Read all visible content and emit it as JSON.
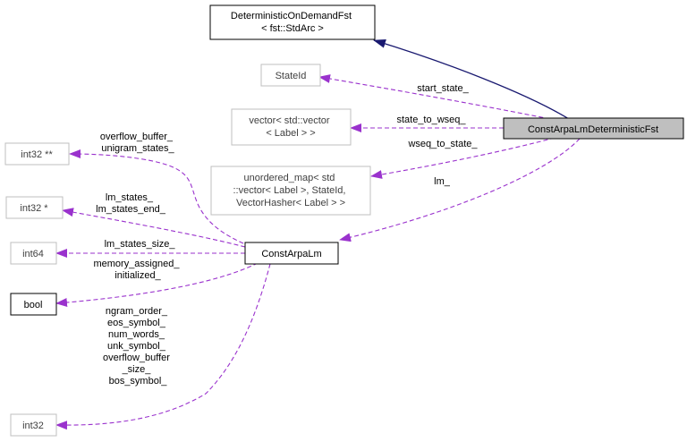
{
  "colors": {
    "inheritance_edge": "#191970",
    "usage_edge": "#9a32cd",
    "focus_fill": "#bfbfbf",
    "black_border": "#000000",
    "grey_border": "#bfbfbf",
    "grey_text": "#404040"
  },
  "nodes": {
    "deterministic_on_demand_fst": {
      "lines": [
        "DeterministicOnDemandFst",
        "< fst::StdArc >"
      ]
    },
    "state_id": {
      "lines": [
        "StateId"
      ]
    },
    "vector_label": {
      "lines": [
        "vector< std::vector",
        "< Label > >"
      ]
    },
    "const_arpa_lm_det_fst": {
      "lines": [
        "ConstArpaLmDeterministicFst"
      ]
    },
    "int32_pp": {
      "lines": [
        "int32 **"
      ]
    },
    "unordered_map": {
      "lines": [
        "unordered_map< std",
        "::vector< Label >, StateId,",
        "VectorHasher< Label > >"
      ]
    },
    "int32_p": {
      "lines": [
        "int32 *"
      ]
    },
    "const_arpa_lm": {
      "lines": [
        "ConstArpaLm"
      ]
    },
    "int64": {
      "lines": [
        "int64"
      ]
    },
    "bool": {
      "lines": [
        "bool"
      ]
    },
    "int32": {
      "lines": [
        "int32"
      ]
    }
  },
  "edge_labels": {
    "start_state": [
      "start_state_"
    ],
    "state_to_wseq": [
      "state_to_wseq_"
    ],
    "wseq_to_state": [
      "wseq_to_state_"
    ],
    "lm": [
      "lm_"
    ],
    "overflow_unigram": [
      "overflow_buffer_",
      "unigram_states_"
    ],
    "lm_states": [
      "lm_states_",
      "lm_states_end_"
    ],
    "lm_states_size": [
      "lm_states_size_"
    ],
    "memory_initialized": [
      "memory_assigned_",
      "initialized_"
    ],
    "int32_members": [
      "ngram_order_",
      "eos_symbol_",
      "num_words_",
      "unk_symbol_",
      "overflow_buffer",
      "_size_",
      "bos_symbol_"
    ]
  }
}
